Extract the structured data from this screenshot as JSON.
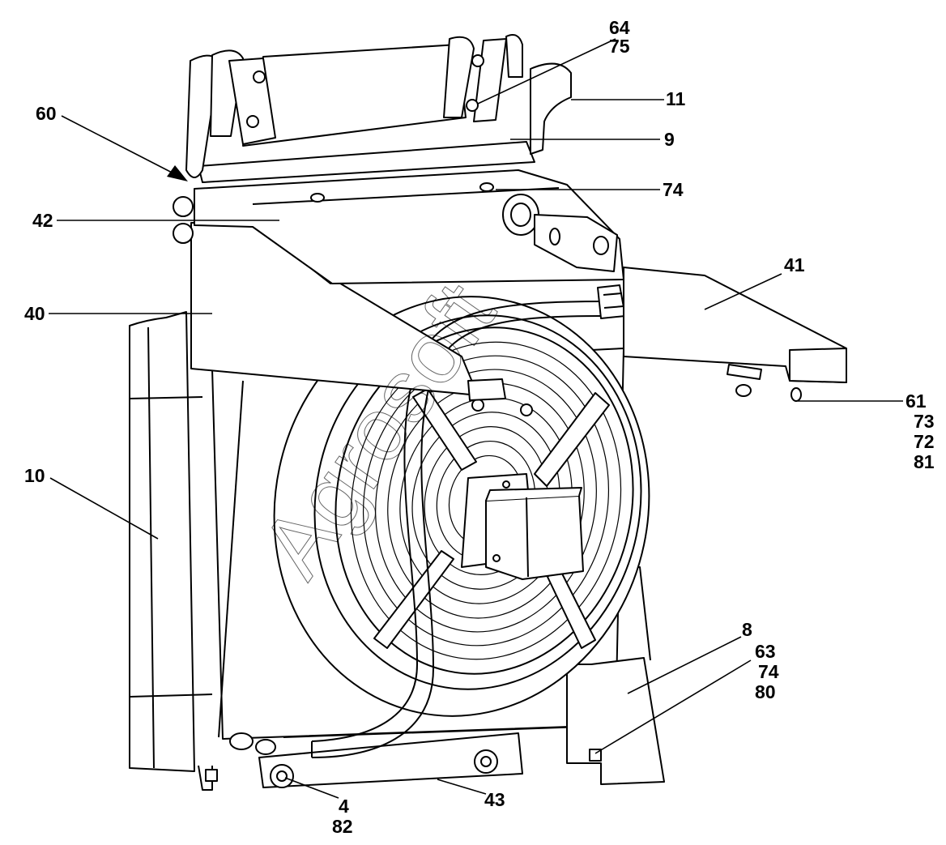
{
  "diagram": {
    "watermark": "Agrosoft",
    "colors": {
      "line": "#000000",
      "fill": "#ffffff",
      "shade": "#f2f2f2"
    },
    "callouts": {
      "c60": "60",
      "c64": "64",
      "c75": "75",
      "c11": "11",
      "c9": "9",
      "c74a": "74",
      "c42": "42",
      "c41": "41",
      "c40": "40",
      "c61": "61",
      "c73": "73",
      "c72": "72",
      "c81": "81",
      "c10": "10",
      "c8": "8",
      "c63": "63",
      "c74b": "74",
      "c80": "80",
      "c4": "4",
      "c82": "82",
      "c43": "43"
    }
  }
}
